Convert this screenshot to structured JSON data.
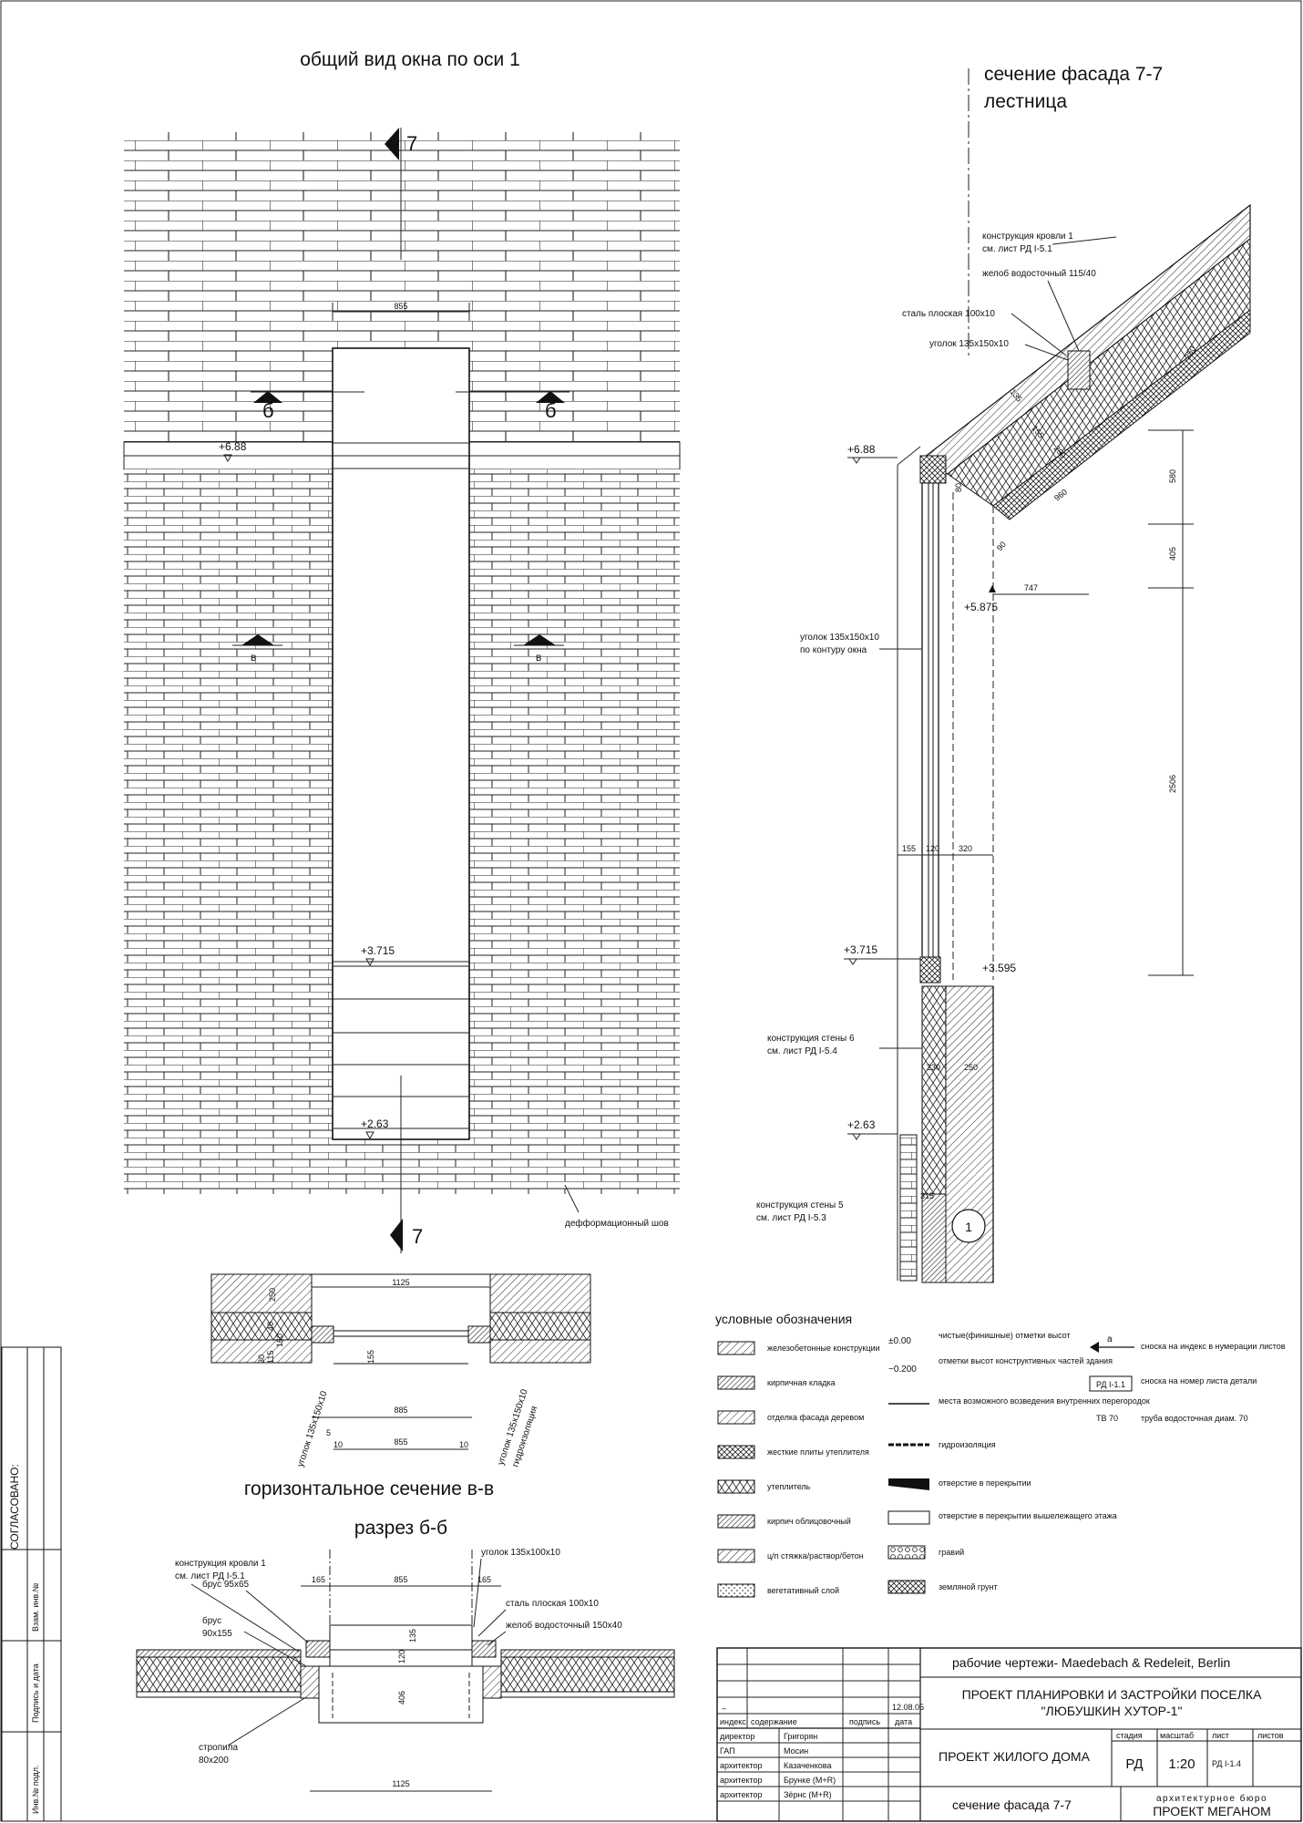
{
  "general_view": {
    "title": "общий вид окна по оси 1",
    "section_mark": "7",
    "cut_b": "б",
    "cut_v": "в",
    "width_dim": "855",
    "levels": [
      "+6.88",
      "+3.715",
      "+2.63"
    ],
    "joint_label": "дефформационный шов"
  },
  "facade_section": {
    "title_line1": "сечение фасада 7-7",
    "title_line2": "лестница",
    "callouts": {
      "roof": "конструкция кровли 1",
      "roof_ref": "см. лист РД I-5.1",
      "gutter": "желоб водосточный 115/40",
      "flat_steel": "сталь плоская 100х10",
      "angle": "уголок 135х150х10",
      "angle_contour": "уголок 135х150х10",
      "angle_contour2": "по контуру окна",
      "wall6": "конструкция стены 6",
      "wall6_ref": "см. лист РД I-5.4",
      "wall5": "конструкция стены 5",
      "wall5_ref": "см. лист РД I-5.3"
    },
    "levels": [
      "+6.88",
      "+5.875",
      "+3.715",
      "+3.595",
      "+2.63"
    ],
    "dims": [
      "580",
      "405",
      "2506",
      "747",
      "960",
      "250",
      "155",
      "135",
      "80",
      "90",
      "250",
      "155",
      "120",
      "320",
      "230",
      "250",
      "315"
    ],
    "axis": "1"
  },
  "horizontal_section": {
    "title": "горизонтальное сечение в-в",
    "dims": [
      "1125",
      "250",
      "40",
      "160",
      "30",
      "115",
      "155",
      "885",
      "855",
      "5",
      "10",
      "10"
    ],
    "label_left": "уголок 135х150х10",
    "label_right": "уголок 135х150х10",
    "label_right2": "гидроизоляция"
  },
  "cut_bb": {
    "title": "разрез б-б",
    "labels": {
      "roof": "конструкция кровли 1",
      "roof_ref": "см. лист РД I-5.1",
      "beam1": "брус 95х65",
      "beam2a": "брус",
      "beam2b": "90х155",
      "angle": "уголок 135х100х10",
      "steel": "сталь плоская 100х10",
      "gutter": "желоб водосточный 150х40",
      "rafter_a": "стропила",
      "rafter_b": "80х200"
    },
    "dims": [
      "165",
      "855",
      "165",
      "135",
      "120",
      "406",
      "1125"
    ]
  },
  "legend": {
    "title": "условные обозначения",
    "left": [
      {
        "pattern": "reinforced",
        "label": "железобетонные конструкции"
      },
      {
        "pattern": "brick",
        "label": "кирпичная кладка"
      },
      {
        "pattern": "wood",
        "label": "отделка фасада деревом"
      },
      {
        "pattern": "rigid",
        "label": "жесткие плиты утеплителя"
      },
      {
        "pattern": "insul",
        "label": "утеплитель"
      },
      {
        "pattern": "facebrick",
        "label": "кирпич облицовочный"
      },
      {
        "pattern": "screed",
        "label": "ц/п стяжка/раствор/бетон"
      },
      {
        "pattern": "veg",
        "label": "вегетативный слой"
      }
    ],
    "mid": [
      {
        "sym": "±0.00",
        "label": "чистые(финишные) отметки высот"
      },
      {
        "sym": "−0.200",
        "label": "отметки высот конструктивных частей здания"
      },
      {
        "sym": "",
        "label": "места возможного возведения внутренних перегородок"
      },
      {
        "sym": "",
        "label": "гидроизоляция"
      },
      {
        "sym": "",
        "label": "отверстие в перекрытии"
      },
      {
        "sym": "",
        "label": "отверстие в перекрытии вышележащего этажа"
      },
      {
        "sym": "",
        "label": "гравий"
      },
      {
        "sym": "",
        "label": "земляной грунт"
      }
    ],
    "right": [
      {
        "sym": "а",
        "label": "сноска на индекс в нумерации листов"
      },
      {
        "sym": "РД I-1.1",
        "label": "сноска на номер листа детали"
      },
      {
        "sym": "ТВ 70",
        "label": "труба водосточная диам. 70"
      }
    ]
  },
  "side_stamp": {
    "agreed": "СОГЛАСОВАНО:",
    "c1": "Взам. инв.№",
    "c2": "Подпись и дата",
    "c3": "Инв.№ подл."
  },
  "title_block": {
    "working_drawings": "рабочие чертежи- Maedebach & Redeleit, Berlin",
    "project_line1": "ПРОЕКТ ПЛАНИРОВКИ И ЗАСТРОЙКИ ПОСЕЛКА",
    "project_line2": "\"ЛЮБУШКИН ХУТОР-1\"",
    "house": "ПРОЕКТ ЖИЛОГО ДОМА",
    "sheet_name": "сечение фасада 7-7",
    "bureau1": "архитектурное бюро",
    "bureau2": "ПРОЕКТ МЕГАНОМ",
    "dash": "–",
    "date": "12.08.05",
    "hdr": [
      "индекс",
      "содержание",
      "подпись",
      "дата"
    ],
    "col_hdr": [
      "стадия",
      "масштаб",
      "лист",
      "листов"
    ],
    "stage": "РД",
    "scale": "1:20",
    "sheet": "РД I-1.4",
    "sheets": "",
    "people": [
      {
        "role": "директор",
        "name": "Григорян"
      },
      {
        "role": "ГАП",
        "name": "Мосин"
      },
      {
        "role": "архитектор",
        "name": "Казаченкова"
      },
      {
        "role": "архитектор",
        "name": "Брунке (M+R)"
      },
      {
        "role": "архитектор",
        "name": "Зёрнс (M+R)"
      }
    ]
  }
}
